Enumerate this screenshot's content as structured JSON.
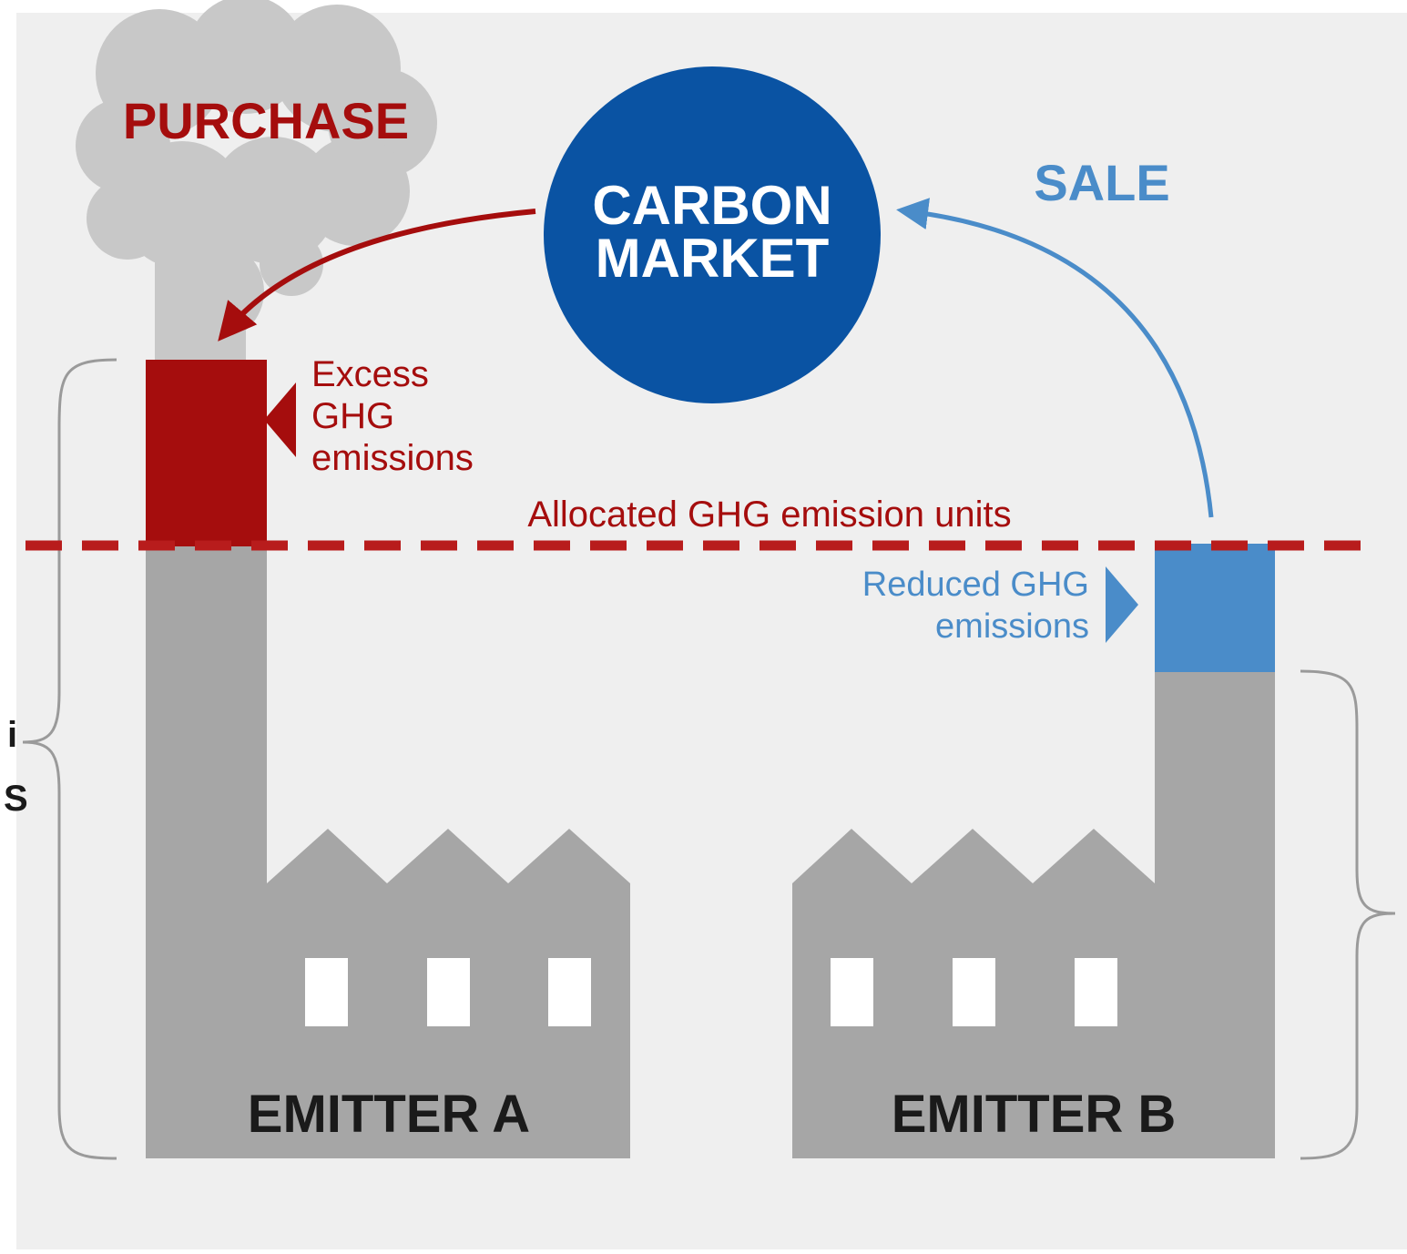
{
  "labels": {
    "purchase": "PURCHASE",
    "sale": "SALE",
    "market_line1": "CARBON",
    "market_line2": "MARKET",
    "excess_line1": "Excess",
    "excess_line2": "GHG",
    "excess_line3": "emissions",
    "allocated": "Allocated GHG emission units",
    "reduced_line1": "Reduced GHG",
    "reduced_line2": "emissions",
    "emitter_a": "EMITTER A",
    "emitter_b": "EMITTER B",
    "left_edge_fragment_1": "i",
    "left_edge_fragment_2": "S"
  },
  "colors": {
    "background": "#efefef",
    "factory_gray": "#a6a6a6",
    "cloud_gray": "#c8c8c8",
    "excess_red": "#a50d0d",
    "reduced_blue": "#4a8cc9",
    "market_blue": "#0a53a3",
    "cap_line_red": "#b81c1c",
    "emitter_text": "#1a1a1a",
    "brace_gray": "#9a9a9a"
  }
}
